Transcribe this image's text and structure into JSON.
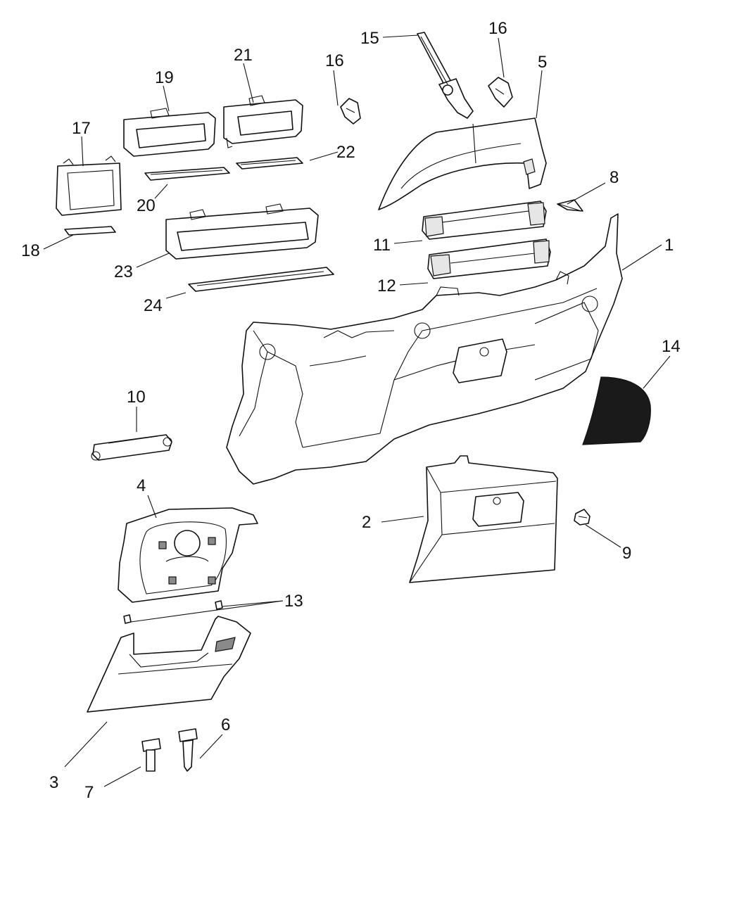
{
  "callouts": {
    "c1": "1",
    "c2": "2",
    "c3": "3",
    "c4": "4",
    "c5": "5",
    "c6": "6",
    "c7": "7",
    "c8": "8",
    "c9": "9",
    "c10": "10",
    "c11": "11",
    "c12": "12",
    "c13": "13",
    "c14": "14",
    "c15": "15",
    "c16a": "16",
    "c16b": "16",
    "c17": "17",
    "c18": "18",
    "c19": "19",
    "c20": "20",
    "c21": "21",
    "c22": "22",
    "c23": "23",
    "c24": "24"
  }
}
